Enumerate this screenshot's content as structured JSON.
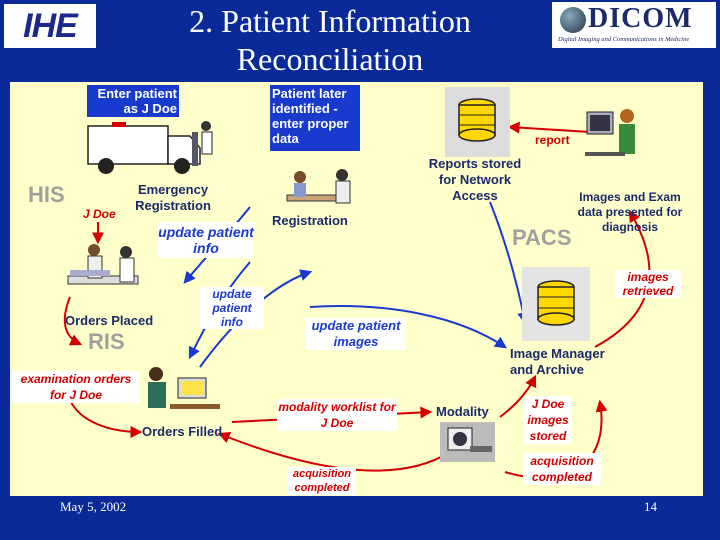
{
  "title": "2. Patient Information Reconciliation",
  "logos": {
    "left": "IHE",
    "right": "DICOM",
    "right_tagline": "Digital Imaging and Communications in Medicine"
  },
  "colors": {
    "background": "#0a2a9a",
    "panel": "#ffffcc",
    "box": "#1a3acd",
    "red_label": "#d40000",
    "arrow": "#d40000"
  },
  "boxes": {
    "enter_patient": "Enter patient as J Doe",
    "later_identified": "Patient later identified - enter proper data"
  },
  "systems": {
    "his": "HIS",
    "ris": "RIS",
    "pacs": "PACS"
  },
  "actors": {
    "emergency_registration": "Emergency Registration",
    "registration": "Registration",
    "reports_stored": "Reports stored for Network Access",
    "images_presented": "Images and Exam data presented for diagnosis",
    "orders_placed": "Orders Placed",
    "image_manager": "Image Manager and Archive",
    "modality": "Modality",
    "orders_filled": "Orders Filled"
  },
  "flows": {
    "j_doe_his": "J Doe",
    "update_patient_info_big": "update patient info",
    "update_patient_info_small": "update patient info",
    "update_patient_images": "update patient images",
    "report": "report",
    "images_retrieved": "images retrieved",
    "examination_orders": "examination orders for J Doe",
    "modality_worklist": "modality worklist for J Doe",
    "j_doe_images_stored": "J Doe images stored",
    "acquisition_completed_1": "acquisition completed",
    "acquisition_completed_2": "acquisition completed"
  },
  "footer": {
    "date": "May 5, 2002",
    "page": "14"
  }
}
